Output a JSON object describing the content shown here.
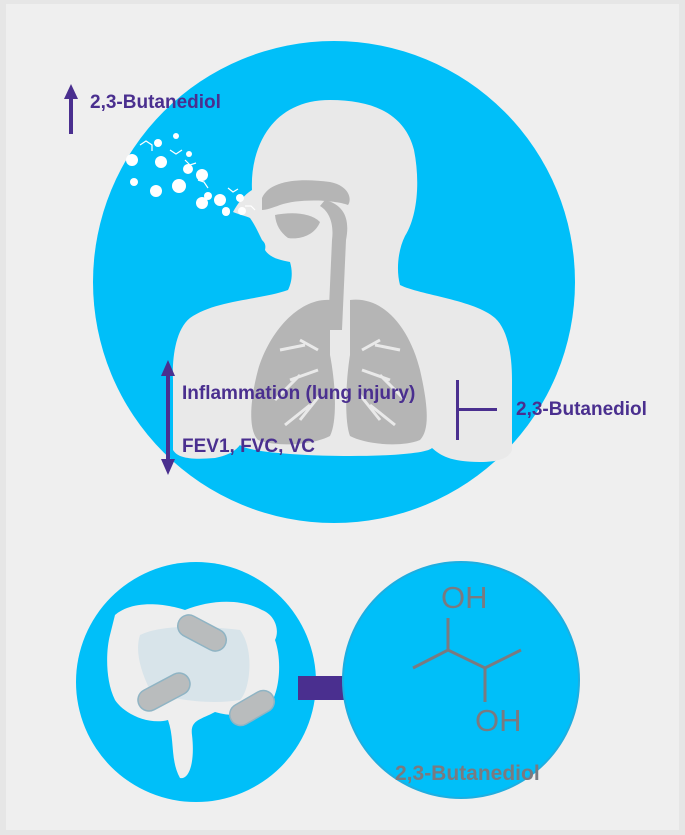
{
  "figure": {
    "description": "Diagram: 2,3-Butanediol produced by gut bacteria and exhaled; effects on lung",
    "colors": {
      "background": "#efefef",
      "circle_blue": "#00bff9",
      "accent_purple": "#4a2f8f",
      "body_gray": "#e9e9e9",
      "organ_gray": "#b5b5b5",
      "molecule_gray": "#7a7a80"
    }
  },
  "top_panel": {
    "exhaled_label": "2,3-Butanediol",
    "exhaled_direction": "up-arrow",
    "inflammation_label": "Inflammation (lung injury)",
    "lung_function_label": "FEV1, FVC, VC",
    "inflammation_direction": "up-arrow",
    "lung_function_direction": "down-arrow",
    "inhibitor_label": "2,3-Butanediol",
    "inhibitor_symbol": "inhibition-bar"
  },
  "bottom_panel": {
    "gut_icon": "intestine-with-bacteria-icon",
    "arrow": "right-arrow",
    "molecule": {
      "oh_top": "OH",
      "oh_bottom": "OH",
      "name": "2,3-Butanediol"
    }
  }
}
